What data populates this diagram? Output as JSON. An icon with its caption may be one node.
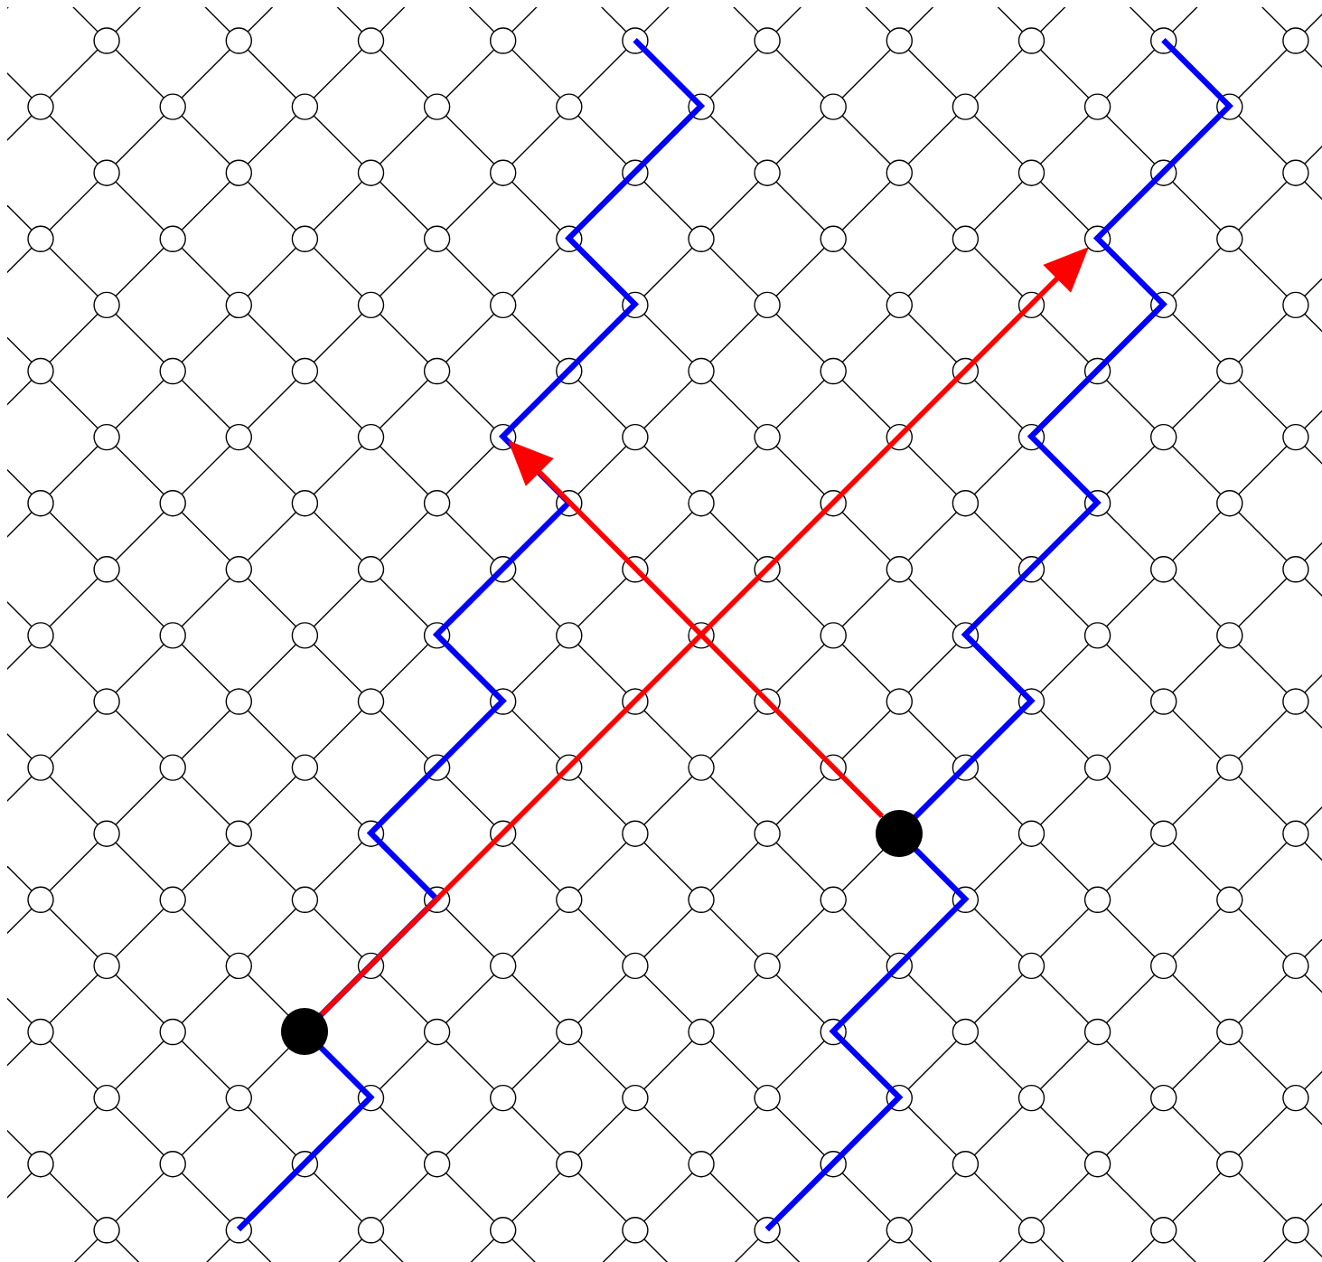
{
  "diagram": {
    "nodes": [
      {
        "text": [],
        "shape": "circle"
      },
      {
        "text": [],
        "shape": "circle"
      }
    ],
    "edges": [
      {
        "from": 0,
        "to": null,
        "arrow": "to"
      },
      {
        "from": 1,
        "to": null,
        "arrow": "to"
      }
    ]
  }
}
